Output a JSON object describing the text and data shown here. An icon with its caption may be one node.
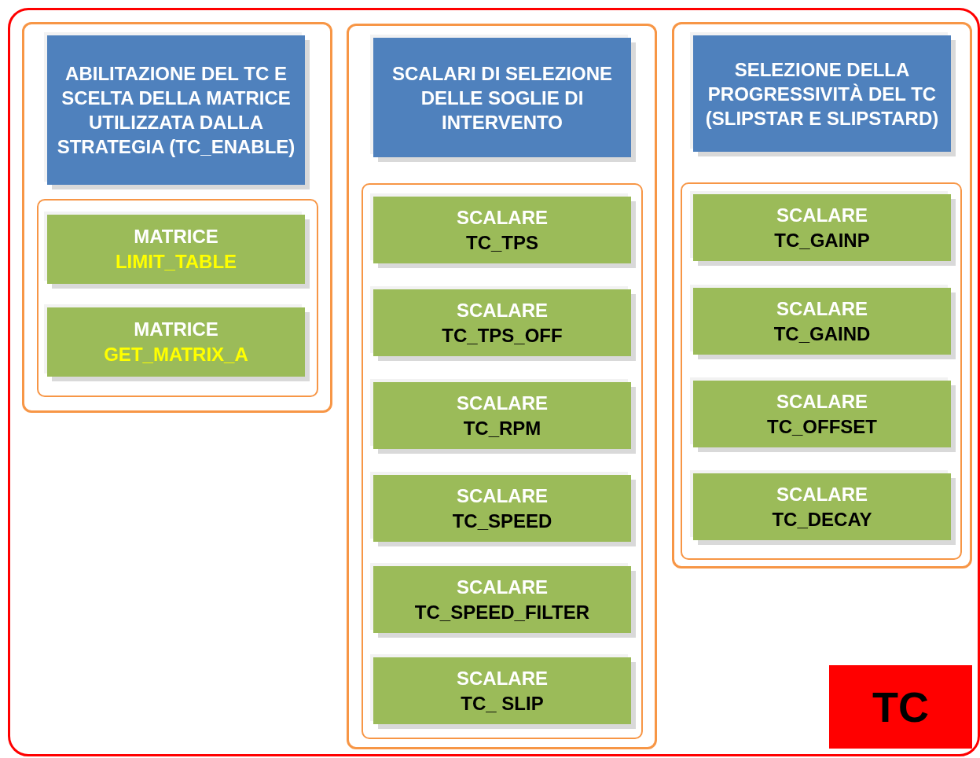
{
  "diagram": {
    "nodes": [
      {
        "text": [],
        "shape": "box"
      },
      {
        "text": [],
        "shape": "box",
        "in": 0
      },
      {
        "text": [
          "ABILITAZIONE DEL TC E SCELTA DELLA MATRICE UTILIZZATA DALLA STRATEGIA (TC_ENABLE)"
        ],
        "in": 1
      },
      {
        "text": [],
        "shape": "box",
        "in": 1
      },
      {
        "text": [
          "MATRICE",
          "LIMIT_TABLE"
        ],
        "in": 3
      },
      {
        "text": [
          "MATRICE",
          "GET_MATRIX_A"
        ],
        "in": 3
      },
      {
        "text": [],
        "shape": "box",
        "in": 0
      },
      {
        "text": [
          "SCALARI DI SELEZIONE DELLE SOGLIE DI INTERVENTO"
        ],
        "in": 6
      },
      {
        "text": [],
        "shape": "box",
        "in": 6
      },
      {
        "text": [
          "SCALARE",
          "TC_TPS"
        ],
        "in": 8
      },
      {
        "text": [
          "SCALARE",
          "TC_TPS_OFF"
        ],
        "in": 8
      },
      {
        "text": [
          "SCALARE",
          "TC_RPM"
        ],
        "in": 8
      },
      {
        "text": [
          "SCALARE",
          "TC_SPEED"
        ],
        "in": 8
      },
      {
        "text": [
          "SCALARE",
          "TC_SPEED_FILTER"
        ],
        "in": 8
      },
      {
        "text": [
          "SCALARE",
          "TC_ SLIP"
        ],
        "in": 8
      },
      {
        "text": [],
        "shape": "box",
        "in": 0
      },
      {
        "text": [
          "SELEZIONE DELLA PROGRESSIVITÀ DEL TC (SLIPSTAR E SLIPSTARD)"
        ],
        "in": 15
      },
      {
        "text": [],
        "shape": "box",
        "in": 15
      },
      {
        "text": [
          "SCALARE",
          "TC_GAINP"
        ],
        "in": 17
      },
      {
        "text": [
          "SCALARE",
          "TC_GAIND"
        ],
        "in": 17
      },
      {
        "text": [
          "SCALARE",
          "TC_OFFSET"
        ],
        "in": 17
      },
      {
        "text": [
          "SCALARE",
          "TC_DECAY"
        ],
        "in": 17
      },
      {
        "text": [
          "TC"
        ],
        "in": 0
      }
    ],
    "edges": []
  }
}
